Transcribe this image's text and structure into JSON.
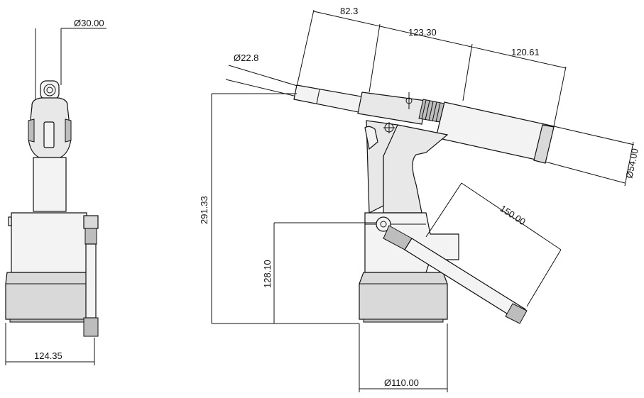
{
  "dimensions": {
    "top_diameter": "Ø30.00",
    "front_width": "124.35",
    "nose_diameter": "Ø22.8",
    "length_1": "82.3",
    "length_2": "123.30",
    "length_3": "120.61",
    "rear_diameter": "Ø54.00",
    "total_height": "291.33",
    "base_height": "128.10",
    "handle_length": "150.00",
    "base_diameter": "Ø110.00"
  }
}
